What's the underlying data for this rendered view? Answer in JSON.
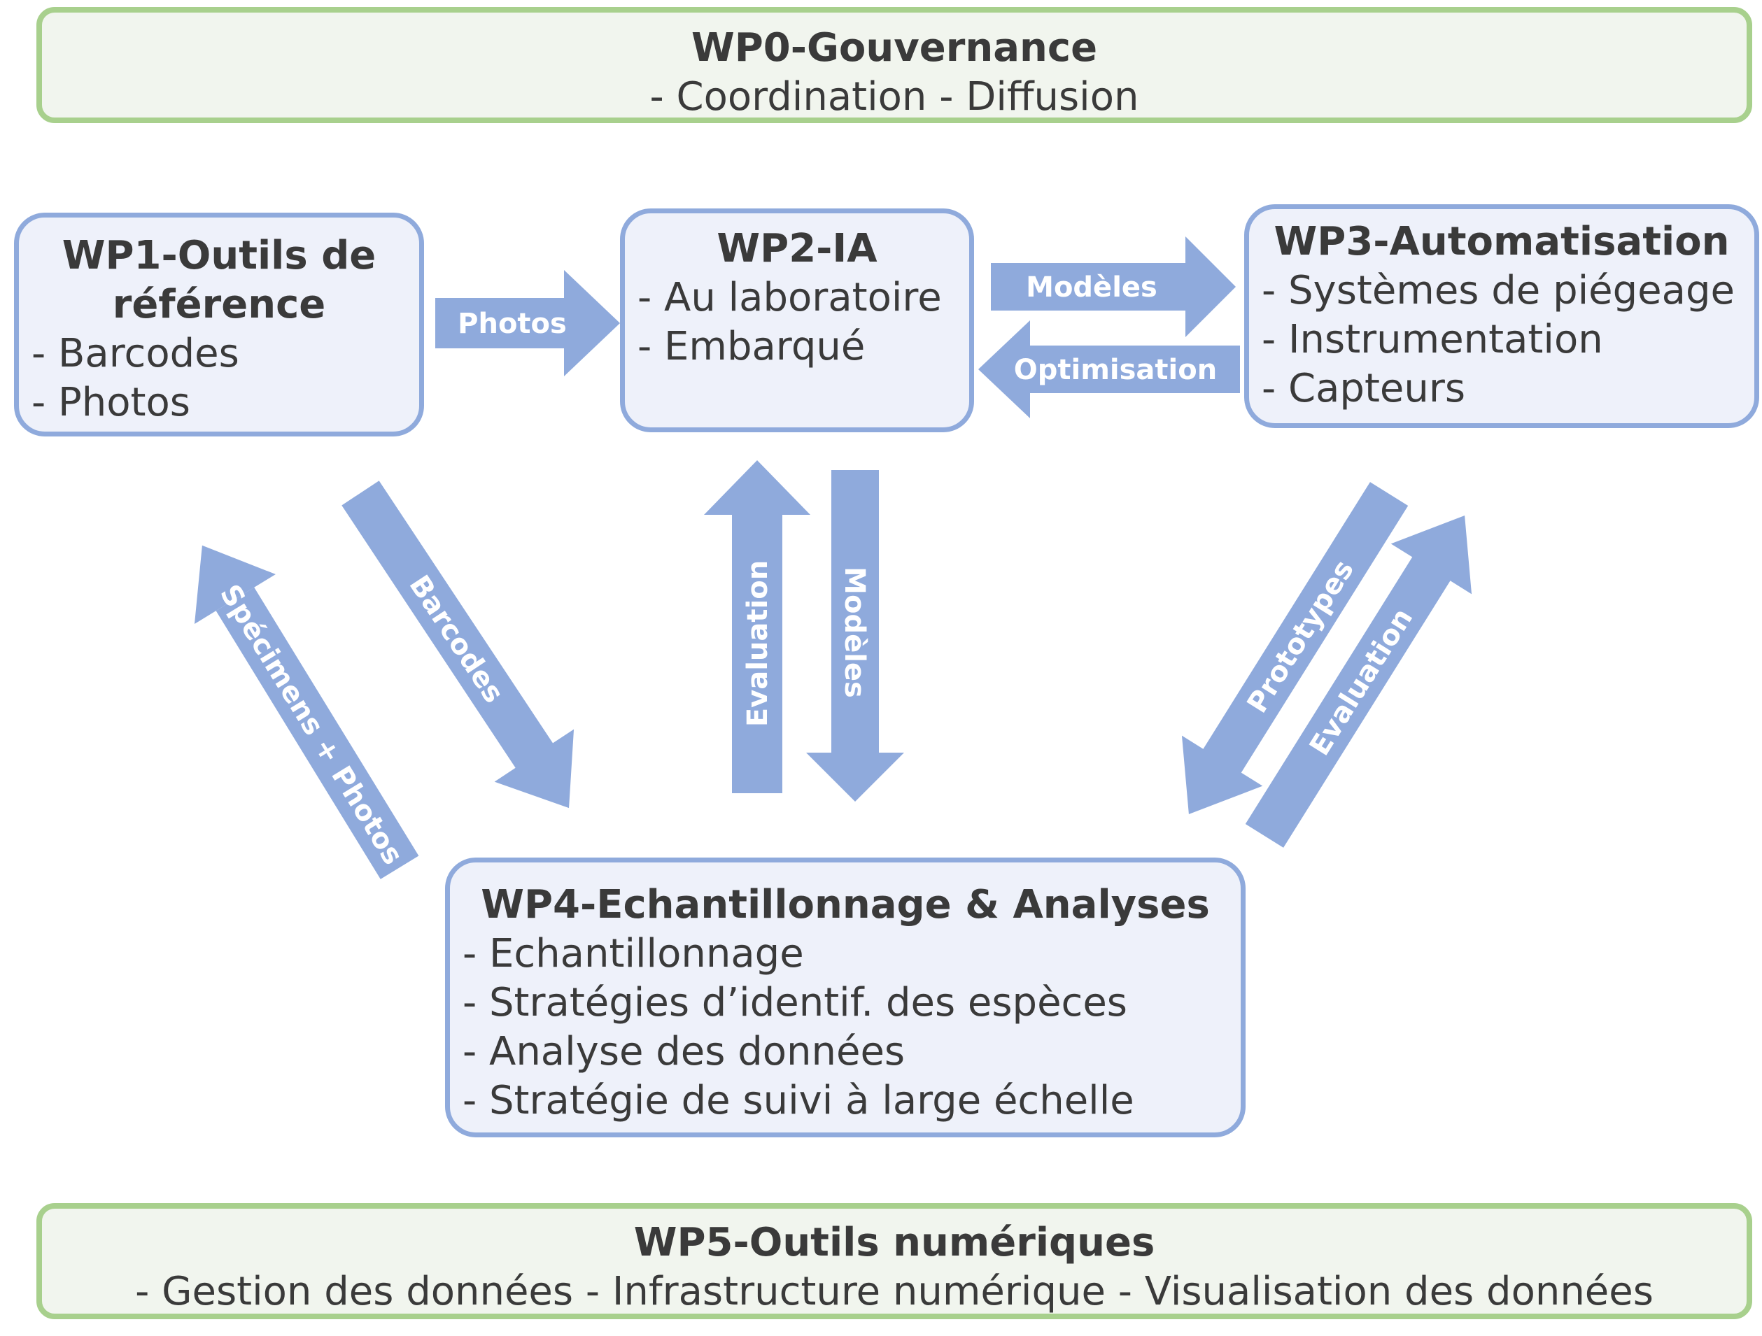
{
  "wp0": {
    "title": "WP0-Gouvernance",
    "line": "- Coordination - Diffusion"
  },
  "wp1": {
    "title_1": "WP1-Outils de",
    "title_2": "référence",
    "items": [
      "- Barcodes",
      "- Photos"
    ]
  },
  "wp2": {
    "title": "WP2-IA",
    "items": [
      "- Au laboratoire",
      "- Embarqué"
    ]
  },
  "wp3": {
    "title": "WP3-Automatisation",
    "items": [
      "- Systèmes de piégeage",
      "- Instrumentation",
      "- Capteurs"
    ]
  },
  "wp4": {
    "title": "WP4-Echantillonnage & Analyses",
    "items": [
      "- Echantillonnage",
      "- Stratégies d’identif. des espèces",
      "- Analyse des données",
      "- Stratégie de suivi à large échelle"
    ]
  },
  "wp5": {
    "title": "WP5-Outils numériques",
    "line": "- Gestion des données - Infrastructure numérique - Visualisation des données"
  },
  "arrows": {
    "photos": "Photos",
    "modeles_wp2_wp3": "Modèles",
    "optimisation": "Optimisation",
    "barcodes": "Barcodes",
    "specimens_photos": "Spécimens + Photos",
    "evaluation_wp4_wp2": "Evaluation",
    "modeles_wp2_wp4": "Modèles",
    "prototypes": "Prototypes",
    "evaluation_wp4_wp3": "Evaluation"
  },
  "colors": {
    "arrow": "#8faadc",
    "green_border": "#a8d08d",
    "blue_border": "#8faadc",
    "blue_fill": "#eef1fa",
    "green_fill": "#f1f5ee"
  }
}
